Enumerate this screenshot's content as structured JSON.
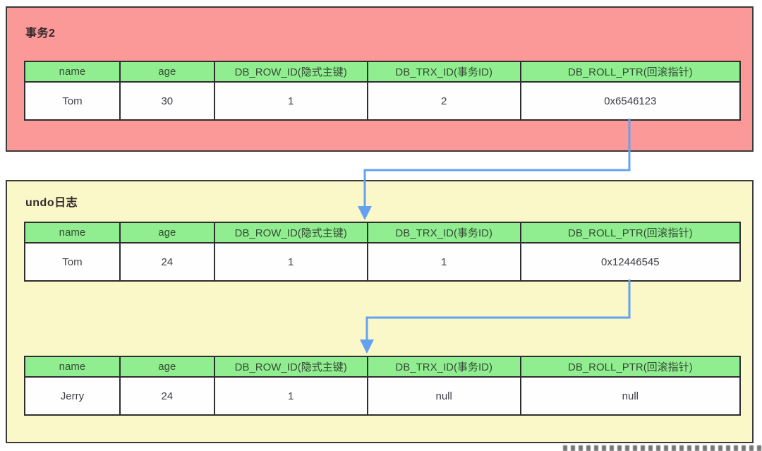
{
  "colors": {
    "transaction_box_bg": "#FB9898",
    "undo_box_bg": "#FAF8C9",
    "header_bg": "#90EE90",
    "border": "#2E2E2E",
    "box_border": "#3A3A3A",
    "arrow": "#64A1F1",
    "cell_bg": "#FEFEFE",
    "text": "#3E3E46",
    "title_text": "#33272A"
  },
  "table_columns": [
    "name",
    "age",
    "DB_ROW_ID(隐式主键)",
    "DB_TRX_ID(事务ID)",
    "DB_ROLL_PTR(回滚指针)"
  ],
  "transaction_box": {
    "title": "事务2",
    "table": {
      "rows": [
        [
          "Tom",
          "30",
          "1",
          "2",
          "0x6546123"
        ]
      ]
    }
  },
  "undo_box": {
    "title": "undo日志",
    "tables": [
      {
        "rows": [
          [
            "Tom",
            "24",
            "1",
            "1",
            "0x12446545"
          ]
        ]
      },
      {
        "rows": [
          [
            "Jerry",
            "24",
            "1",
            "null",
            "null"
          ]
        ]
      }
    ]
  },
  "connections": [
    {
      "from": "transaction-table DB_ROLL_PTR 0x6546123",
      "to": "undo-log-table-1 header"
    },
    {
      "from": "undo-log-table-1 DB_ROLL_PTR 0x12446545",
      "to": "undo-log-table-2 header"
    }
  ]
}
